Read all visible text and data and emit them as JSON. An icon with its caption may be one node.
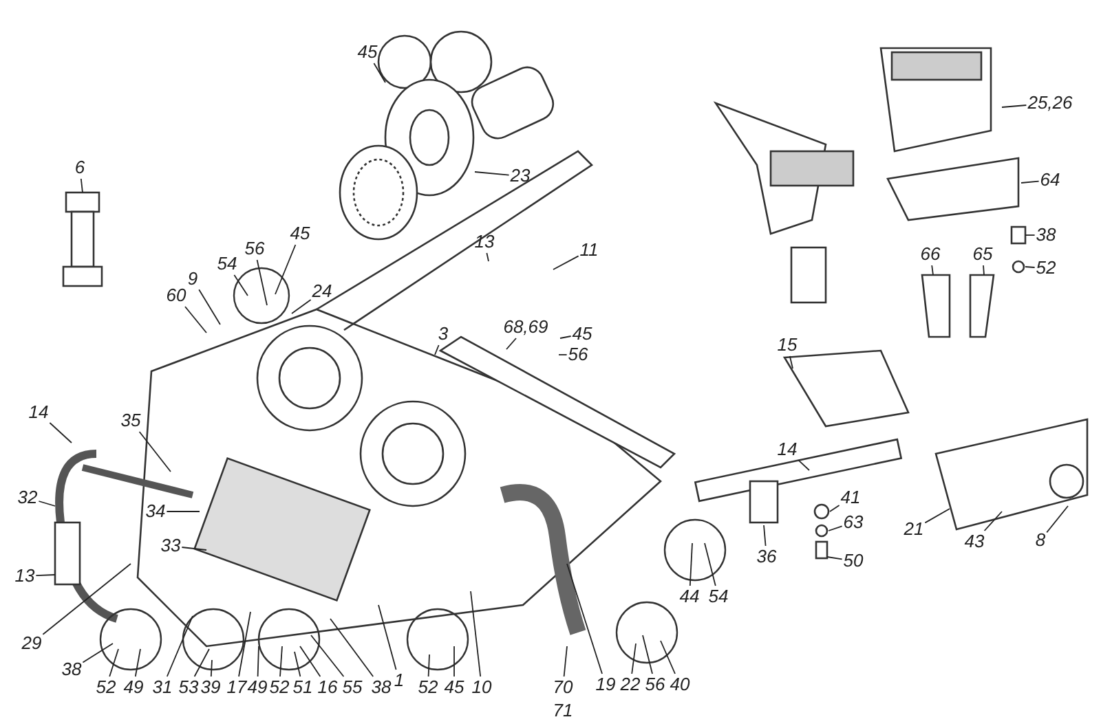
{
  "diagram": {
    "nodes": [
      {
        "text": [
          "45"
        ]
      },
      {
        "text": [
          "23"
        ]
      },
      {
        "text": [
          "6"
        ]
      },
      {
        "text": [
          "13"
        ]
      },
      {
        "text": [
          "11"
        ]
      },
      {
        "text": [
          "60"
        ]
      },
      {
        "text": [
          "9"
        ]
      },
      {
        "text": [
          "54"
        ]
      },
      {
        "text": [
          "56"
        ]
      },
      {
        "text": [
          "45"
        ]
      },
      {
        "text": [
          "24"
        ]
      },
      {
        "text": [
          "3"
        ]
      },
      {
        "text": [
          "68,69"
        ]
      },
      {
        "text": [
          "45"
        ]
      },
      {
        "text": [
          "56"
        ]
      },
      {
        "text": [
          "15"
        ]
      },
      {
        "text": [
          "25,26"
        ]
      },
      {
        "text": [
          "64"
        ]
      },
      {
        "text": [
          "38"
        ]
      },
      {
        "text": [
          "52"
        ]
      },
      {
        "text": [
          "66"
        ]
      },
      {
        "text": [
          "65"
        ]
      },
      {
        "text": [
          "14"
        ]
      },
      {
        "text": [
          "35"
        ]
      },
      {
        "text": [
          "32"
        ]
      },
      {
        "text": [
          "34"
        ]
      },
      {
        "text": [
          "33"
        ]
      },
      {
        "text": [
          "13"
        ]
      },
      {
        "text": [
          "29"
        ]
      },
      {
        "text": [
          "14"
        ]
      },
      {
        "text": [
          "41"
        ]
      },
      {
        "text": [
          "63"
        ]
      },
      {
        "text": [
          "50"
        ]
      },
      {
        "text": [
          "36"
        ]
      },
      {
        "text": [
          "21"
        ]
      },
      {
        "text": [
          "43"
        ]
      },
      {
        "text": [
          "8"
        ]
      },
      {
        "text": [
          "44"
        ]
      },
      {
        "text": [
          "54"
        ]
      },
      {
        "text": [
          "38"
        ]
      },
      {
        "text": [
          "52"
        ]
      },
      {
        "text": [
          "49"
        ]
      },
      {
        "text": [
          "31"
        ]
      },
      {
        "text": [
          "53"
        ]
      },
      {
        "text": [
          "39"
        ]
      },
      {
        "text": [
          "17"
        ]
      },
      {
        "text": [
          "49"
        ]
      },
      {
        "text": [
          "52"
        ]
      },
      {
        "text": [
          "51"
        ]
      },
      {
        "text": [
          "16"
        ]
      },
      {
        "text": [
          "55"
        ]
      },
      {
        "text": [
          "38"
        ]
      },
      {
        "text": [
          "1"
        ]
      },
      {
        "text": [
          "52"
        ]
      },
      {
        "text": [
          "45"
        ]
      },
      {
        "text": [
          "10"
        ]
      },
      {
        "text": [
          "70"
        ]
      },
      {
        "text": [
          "19"
        ]
      },
      {
        "text": [
          "22"
        ]
      },
      {
        "text": [
          "56"
        ]
      },
      {
        "text": [
          "40"
        ]
      }
    ],
    "edges": [
      {
        "from": 0,
        "to": null,
        "arrow": "none"
      },
      {
        "from": 1,
        "to": null,
        "arrow": "none"
      },
      {
        "from": 2,
        "to": null,
        "arrow": "none"
      },
      {
        "from": 3,
        "to": null,
        "arrow": "none"
      },
      {
        "from": 4,
        "to": null,
        "arrow": "none"
      },
      {
        "from": 5,
        "to": null,
        "arrow": "none"
      },
      {
        "from": 6,
        "to": null,
        "arrow": "none"
      },
      {
        "from": 7,
        "to": null,
        "arrow": "none"
      },
      {
        "from": 8,
        "to": null,
        "arrow": "none"
      },
      {
        "from": 9,
        "to": null,
        "arrow": "none"
      },
      {
        "from": 10,
        "to": null,
        "arrow": "none"
      },
      {
        "from": 11,
        "to": null,
        "arrow": "none"
      },
      {
        "from": 12,
        "to": null,
        "arrow": "none"
      },
      {
        "from": 13,
        "to": null,
        "arrow": "none"
      },
      {
        "from": 14,
        "to": null,
        "arrow": "none"
      },
      {
        "from": 15,
        "to": null,
        "arrow": "none"
      },
      {
        "from": 16,
        "to": null,
        "arrow": "none"
      },
      {
        "from": 17,
        "to": null,
        "arrow": "none"
      },
      {
        "from": 18,
        "to": null,
        "arrow": "none"
      },
      {
        "from": 19,
        "to": null,
        "arrow": "none"
      },
      {
        "from": 20,
        "to": null,
        "arrow": "none"
      },
      {
        "from": 21,
        "to": null,
        "arrow": "none"
      },
      {
        "from": 22,
        "to": null,
        "arrow": "none"
      },
      {
        "from": 23,
        "to": null,
        "arrow": "none"
      },
      {
        "from": 24,
        "to": null,
        "arrow": "none"
      },
      {
        "from": 25,
        "to": null,
        "arrow": "none"
      },
      {
        "from": 26,
        "to": null,
        "arrow": "none"
      },
      {
        "from": 27,
        "to": null,
        "arrow": "none"
      },
      {
        "from": 28,
        "to": null,
        "arrow": "none"
      },
      {
        "from": 29,
        "to": null,
        "arrow": "none"
      },
      {
        "from": 30,
        "to": null,
        "arrow": "none"
      },
      {
        "from": 31,
        "to": null,
        "arrow": "none"
      },
      {
        "from": 32,
        "to": null,
        "arrow": "none"
      },
      {
        "from": 33,
        "to": null,
        "arrow": "none"
      },
      {
        "from": 34,
        "to": null,
        "arrow": "none"
      },
      {
        "from": 35,
        "to": null,
        "arrow": "none"
      },
      {
        "from": 36,
        "to": null,
        "arrow": "none"
      },
      {
        "from": 37,
        "to": null,
        "arrow": "none"
      },
      {
        "from": 38,
        "to": null,
        "arrow": "none"
      },
      {
        "from": 39,
        "to": null,
        "arrow": "none"
      },
      {
        "from": 40,
        "to": null,
        "arrow": "none"
      },
      {
        "from": 41,
        "to": null,
        "arrow": "none"
      },
      {
        "from": 42,
        "to": null,
        "arrow": "none"
      },
      {
        "from": 43,
        "to": null,
        "arrow": "none"
      },
      {
        "from": 44,
        "to": null,
        "arrow": "none"
      },
      {
        "from": 45,
        "to": null,
        "arrow": "none"
      },
      {
        "from": 46,
        "to": null,
        "arrow": "none"
      },
      {
        "from": 47,
        "to": null,
        "arrow": "none"
      },
      {
        "from": 48,
        "to": null,
        "arrow": "none"
      },
      {
        "from": 49,
        "to": null,
        "arrow": "none"
      },
      {
        "from": 50,
        "to": null,
        "arrow": "none"
      },
      {
        "from": 51,
        "to": null,
        "arrow": "none"
      },
      {
        "from": 52,
        "to": null,
        "arrow": "none"
      },
      {
        "from": 53,
        "to": null,
        "arrow": "none"
      },
      {
        "from": 54,
        "to": null,
        "arrow": "none"
      },
      {
        "from": 55,
        "to": null,
        "arrow": "none"
      },
      {
        "from": 56,
        "to": null,
        "arrow": "none"
      },
      {
        "from": 57,
        "to": null,
        "arrow": "none"
      },
      {
        "from": 58,
        "to": null,
        "arrow": "none"
      },
      {
        "from": 59,
        "to": null,
        "arrow": "none"
      },
      {
        "from": 60,
        "to": null,
        "arrow": "none"
      }
    ],
    "labels": [
      "71"
    ]
  }
}
